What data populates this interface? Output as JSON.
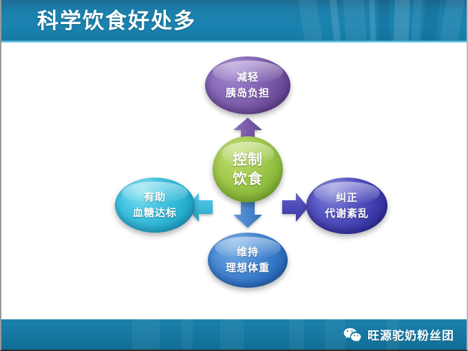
{
  "slide": {
    "title": "科学饮食好处多"
  },
  "diagram": {
    "type": "radial-hub-and-spoke",
    "center": {
      "id": "center",
      "lines": [
        "控制",
        "饮食"
      ],
      "color": "#8cbb3e",
      "shape": "circle"
    },
    "nodes": [
      {
        "id": "top",
        "direction": "up",
        "lines": [
          "减轻",
          "胰岛负担"
        ],
        "color": "#72519f",
        "arrow_color": "#7a5ba8",
        "shape": "ellipse"
      },
      {
        "id": "right",
        "direction": "right",
        "lines": [
          "纠正",
          "代谢紊乱"
        ],
        "color": "#3d39ab",
        "arrow_color": "#4e4ab8",
        "shape": "ellipse"
      },
      {
        "id": "bottom",
        "direction": "down",
        "lines": [
          "维持",
          "理想体重"
        ],
        "color": "#2f74c4",
        "arrow_color": "#4a86ce",
        "shape": "ellipse"
      },
      {
        "id": "left",
        "direction": "left",
        "lines": [
          "有助",
          "血糖达标"
        ],
        "color": "#27b0d2",
        "arrow_color": "#3fbcdc",
        "shape": "ellipse"
      }
    ]
  },
  "footer": {
    "icon": "wechat-icon",
    "brand": "旺源驼奶粉丝团"
  },
  "colors": {
    "header_blue": "#1b7fab",
    "footer_blue": "#1577a1",
    "center_green": "#8cbb3e",
    "purple": "#72519f",
    "indigo": "#3d39ab",
    "blue": "#2f74c4",
    "cyan": "#27b0d2",
    "background": "#ffffff"
  }
}
